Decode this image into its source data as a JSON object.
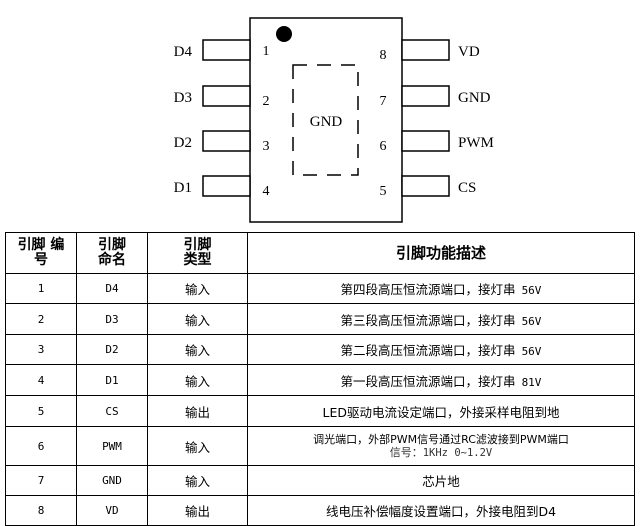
{
  "diagram": {
    "center_label": "GND",
    "left_pins": [
      {
        "name": "D4",
        "number": "1"
      },
      {
        "name": "D3",
        "number": "2"
      },
      {
        "name": "D2",
        "number": "3"
      },
      {
        "name": "D1",
        "number": "4"
      }
    ],
    "right_pins": [
      {
        "name": "VD",
        "number": "8"
      },
      {
        "name": "GND",
        "number": "7"
      },
      {
        "name": "PWM",
        "number": "6"
      },
      {
        "name": "CS",
        "number": "5"
      }
    ]
  },
  "table": {
    "headers": {
      "number": [
        "引脚 编",
        "号"
      ],
      "name": [
        "引脚",
        "命名"
      ],
      "type": [
        "引脚",
        "类型"
      ],
      "description": "引脚功能描述"
    },
    "rows": [
      {
        "number": "1",
        "name": "D4",
        "type": "输入",
        "description": "第四段高压恒流源端口，接灯串",
        "tail": "56V"
      },
      {
        "number": "2",
        "name": "D3",
        "type": "输入",
        "description": "第三段高压恒流源端口，接灯串",
        "tail": "56V"
      },
      {
        "number": "3",
        "name": "D2",
        "type": "输入",
        "description": "第二段高压恒流源端口，接灯串",
        "tail": "56V"
      },
      {
        "number": "4",
        "name": "D1",
        "type": "输入",
        "description": "第一段高压恒流源端口，接灯串",
        "tail": "81V"
      },
      {
        "number": "5",
        "name": "CS",
        "type": "输出",
        "description": "LED驱动电流设定端口，外接采样电阻到地",
        "tail": ""
      },
      {
        "number": "6",
        "name": "PWM",
        "type": "输入",
        "description": "调光端口，外部PWM信号通过RC滤波接到PWM端口",
        "line2_prefix": "信号：",
        "line2": "1KHz 0~1.2V",
        "tail": ""
      },
      {
        "number": "7",
        "name": "GND",
        "type": "输入",
        "description": "芯片地",
        "tail": ""
      },
      {
        "number": "8",
        "name": "VD",
        "type": "输出",
        "description": "线电压补偿幅度设置端口，外接电阻到D4",
        "tail": ""
      }
    ]
  }
}
